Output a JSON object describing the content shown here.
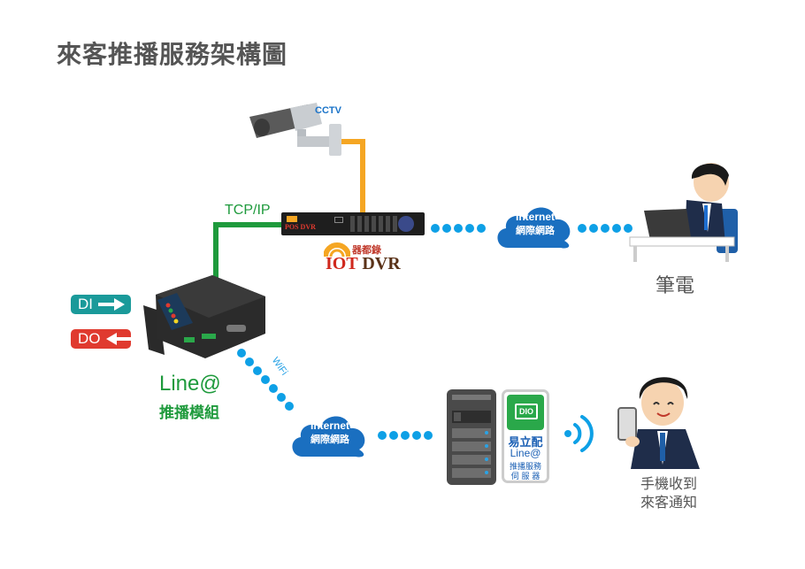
{
  "title": "來客推播服務架構圖",
  "colors": {
    "green_line": "#1e9a3c",
    "orange_line": "#f5a623",
    "dot_blue": "#0ea0e6",
    "cloud_blue": "#1a6fc0",
    "di_teal": "#1a9a9a",
    "do_red": "#e03a2f",
    "text_gray": "#555555"
  },
  "nodes": {
    "cctv": {
      "label": "CCTV",
      "icon": "cctv-camera-icon"
    },
    "dvr": {
      "brand_label": "POS DVR",
      "icon": "dvr-recorder-icon"
    },
    "iot_dvr_logo": {
      "zh": "器都錄",
      "en_left": "IOT",
      "en_right": "DVR"
    },
    "connection_tcp": {
      "label": "TCP/IP"
    },
    "cloud_top": {
      "en": "Internet",
      "zh": "網際網路"
    },
    "cloud_bottom": {
      "en": "Internet",
      "zh": "網際網路"
    },
    "laptop_user": {
      "label": "筆電",
      "icon": "laptop-user-icon"
    },
    "module": {
      "title": "Line@",
      "subtitle": "推播模組",
      "icon": "io-module-icon"
    },
    "di_badge": {
      "label": "DI",
      "icon": "arrow-right-icon"
    },
    "do_badge": {
      "label": "DO",
      "icon": "arrow-left-icon"
    },
    "wifi_link": {
      "label": "WiFi"
    },
    "server": {
      "icon": "server-tower-icon"
    },
    "dio_card": {
      "logo_text": "DIO",
      "line1": "易立配",
      "line2": "Line@",
      "line3": "推播服務",
      "line4": "伺 服 器"
    },
    "phone_user": {
      "line1": "手機收到",
      "line2": "來客通知",
      "icon": "phone-user-icon"
    }
  }
}
